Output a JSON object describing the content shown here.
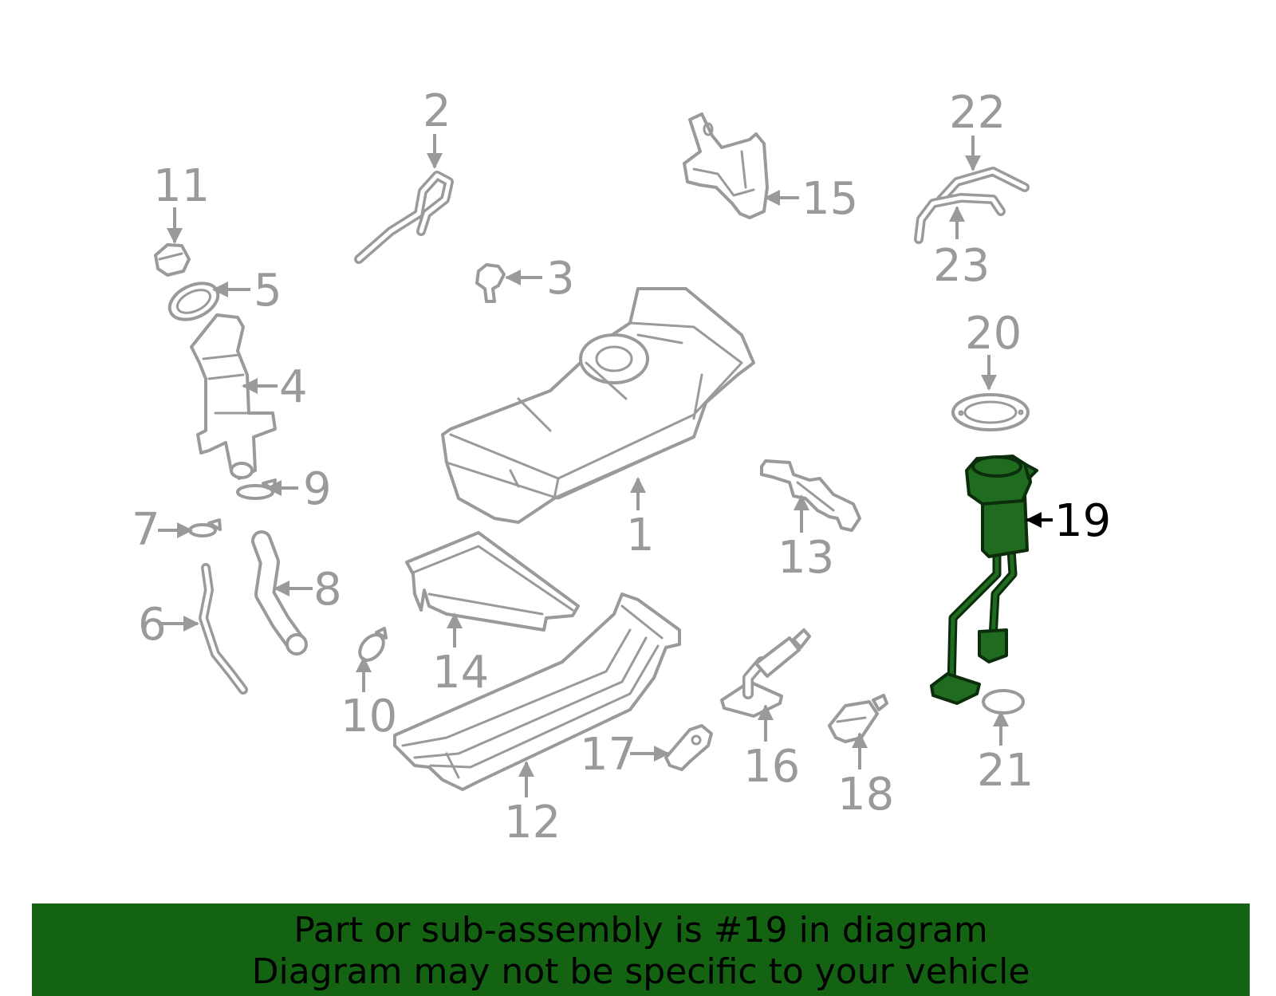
{
  "callouts": {
    "c1": "1",
    "c2": "2",
    "c3": "3",
    "c4": "4",
    "c5": "5",
    "c6": "6",
    "c7": "7",
    "c8": "8",
    "c9": "9",
    "c10": "10",
    "c11": "11",
    "c12": "12",
    "c13": "13",
    "c14": "14",
    "c15": "15",
    "c16": "16",
    "c17": "17",
    "c18": "18",
    "c19": "19",
    "c20": "20",
    "c21": "21",
    "c22": "22",
    "c23": "23"
  },
  "highlighted_part": "19",
  "colors": {
    "highlight": "#1f6b1f",
    "banner": "#136313",
    "linework": "#9a9a9a"
  },
  "banner": {
    "line1": "Part or sub-assembly is #19 in diagram",
    "line2": "Diagram may not be specific to your vehicle"
  }
}
